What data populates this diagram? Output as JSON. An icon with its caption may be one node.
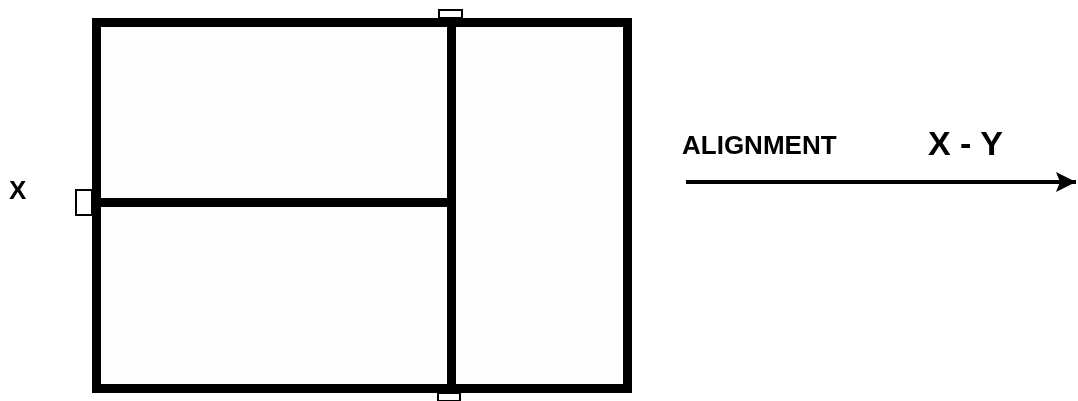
{
  "diagram": {
    "labels": [
      "X",
      "ALIGNMENT",
      "X - Y"
    ]
  }
}
